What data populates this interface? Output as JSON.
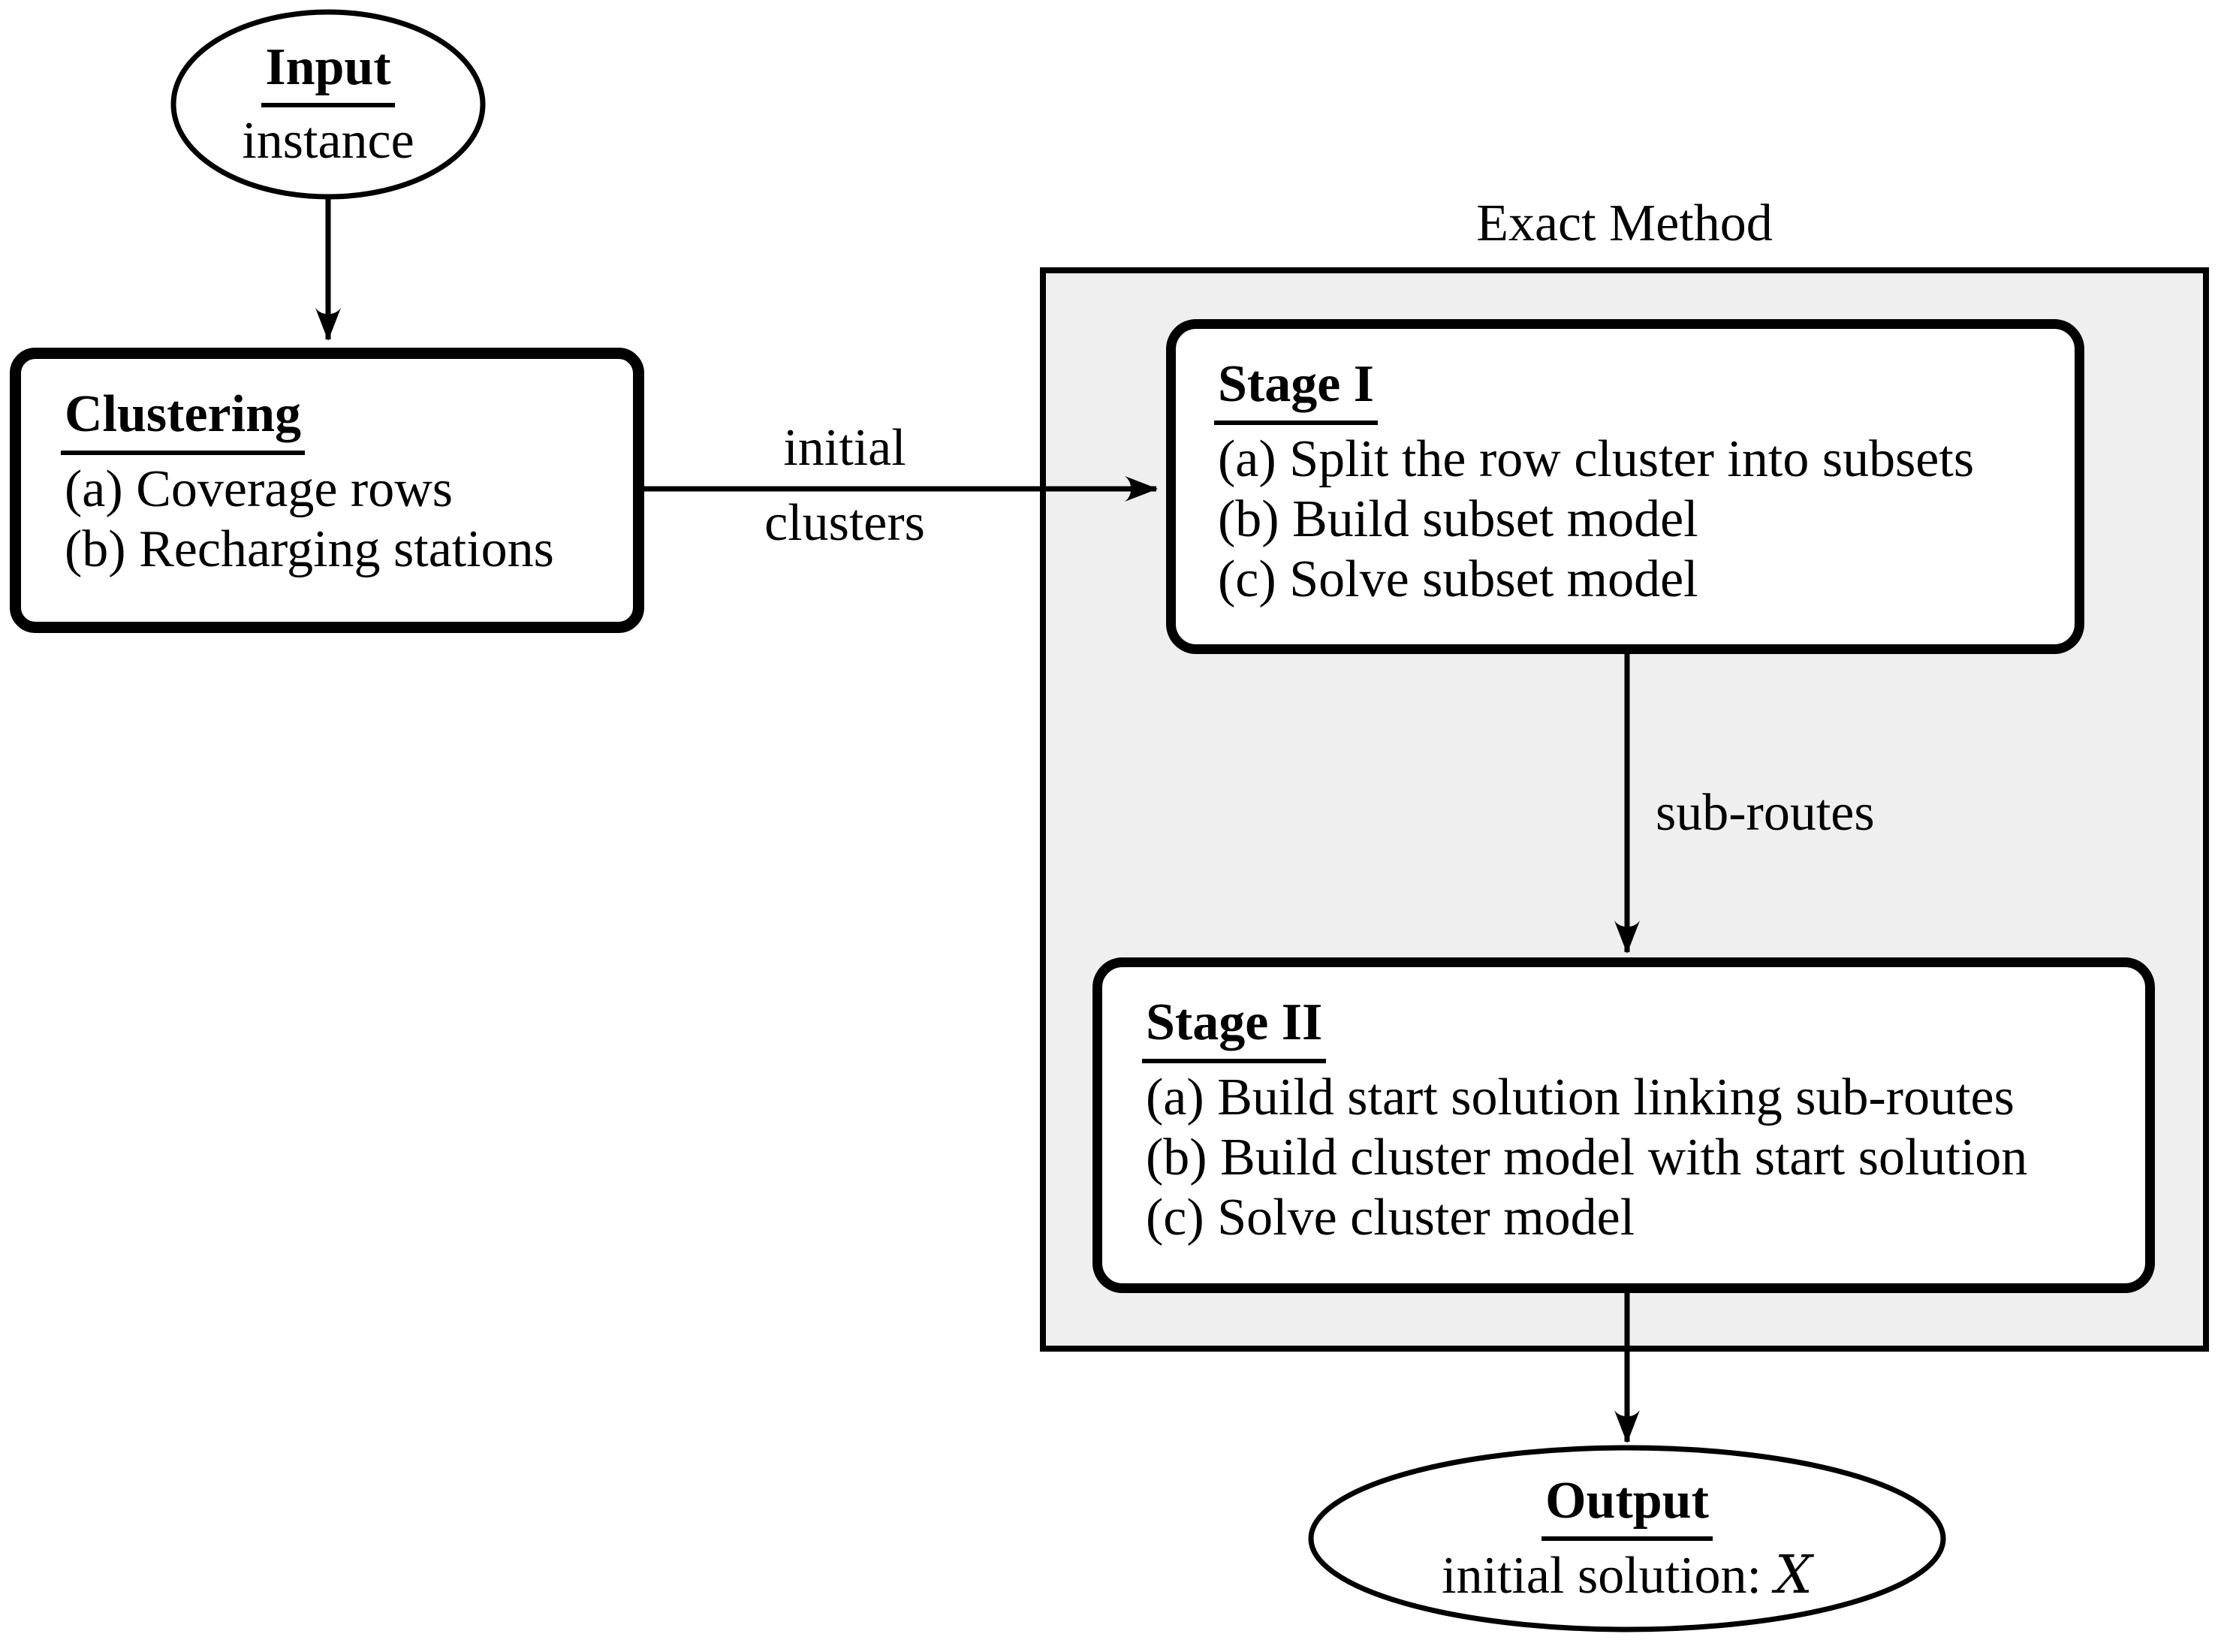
{
  "colors": {
    "background": "#ffffff",
    "line": "#000000",
    "container_fill": "#efefef"
  },
  "container": {
    "label": "Exact Method"
  },
  "nodes": {
    "input": {
      "title": "Input",
      "subtitle": "instance"
    },
    "clustering": {
      "title": "Clustering",
      "items": [
        "(a) Coverage rows",
        "(b) Recharging stations"
      ]
    },
    "stage1": {
      "title": "Stage I",
      "items": [
        "(a) Split the row cluster into subsets",
        "(b) Build subset model",
        "(c) Solve subset model"
      ]
    },
    "stage2": {
      "title": "Stage II",
      "items": [
        "(a) Build start solution linking sub-routes",
        "(b) Build cluster model with start solution",
        "(c) Solve cluster model"
      ]
    },
    "output": {
      "title": "Output",
      "subtitle_prefix": "initial solution:",
      "solution_symbol": "X"
    }
  },
  "edges": {
    "clustering_to_stage1": {
      "label_top": "initial",
      "label_bottom": "clusters"
    },
    "stage1_to_stage2": {
      "label": "sub-routes"
    }
  }
}
